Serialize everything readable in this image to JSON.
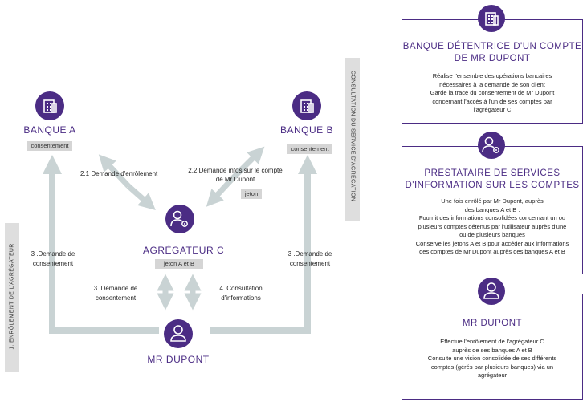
{
  "diagram": {
    "banque_a": {
      "title": "BANQUE A",
      "tag": "consentement"
    },
    "banque_b": {
      "title": "BANQUE B",
      "tag": "consentement"
    },
    "agregateur": {
      "title": "AGRÉGATEUR C",
      "tag": "jeton A et B"
    },
    "client": {
      "title": "MR DUPONT"
    },
    "arrows": {
      "demande_enrolement": "2.1 Demande d'enrôlement",
      "demande_infos_line1": "2.2 Demande infos sur le compte",
      "demande_infos_line2": "de Mr Dupont",
      "jeton": "jeton",
      "consent_left_line1": "3 .Demande de",
      "consent_left_line2": "consentement",
      "consent_mid_line1": "3 .Demande de",
      "consent_mid_line2": "consentement",
      "consent_right_line1": "3 .Demande de",
      "consent_right_line2": "consentement",
      "consultation_line1": "4. Consultation",
      "consultation_line2": "d'informations"
    },
    "side_label_left": "1. ENRÔLEMENT DE L'AGRÉGATEUR",
    "side_label_right": "CONSULTATION DU SERVICE D'AGRÉGATION"
  },
  "cards": [
    {
      "title_line1": "BANQUE DÉTENTRICE D'UN COMPTE",
      "title_line2": "DE MR DUPONT",
      "body": [
        "Réalise l'ensemble des opérations bancaires",
        "nécessaires à la demande de son client",
        "Garde la trace du consentement de Mr Dupont",
        "concernant l'accès à l'un de ses comptes par",
        "l'agrégateur C"
      ]
    },
    {
      "title_line1": "PRESTATAIRE DE SERVICES",
      "title_line2": "D'INFORMATION SUR LES COMPTES",
      "body": [
        "Une fois enrôlé par Mr Dupont, auprès",
        "des banques A et B :",
        "Fournit des informations consolidées concernant un ou",
        "plusieurs comptes détenus par l'utilisateur auprès d'une",
        "ou de plusieurs banques",
        "Conserve les jetons A et B pour accéder aux informations",
        "des comptes de Mr Dupont auprès des banques A et B"
      ]
    },
    {
      "title_line1": "MR DUPONT",
      "title_line2": "",
      "body": [
        "Effectue l'enrôlement de l'agrégateur C",
        "auprès de ses banques A et B",
        "Consulte une vision consolidée de ses différents",
        "comptes (gérés par plusieurs banques) via un",
        "agrégateur"
      ]
    }
  ],
  "colors": {
    "accent": "#4b2c84",
    "arrow": "#c9d3d4",
    "tag_bg": "#d5d5d5"
  },
  "icons": [
    "bank-icon",
    "user-gear-icon",
    "user-icon"
  ]
}
